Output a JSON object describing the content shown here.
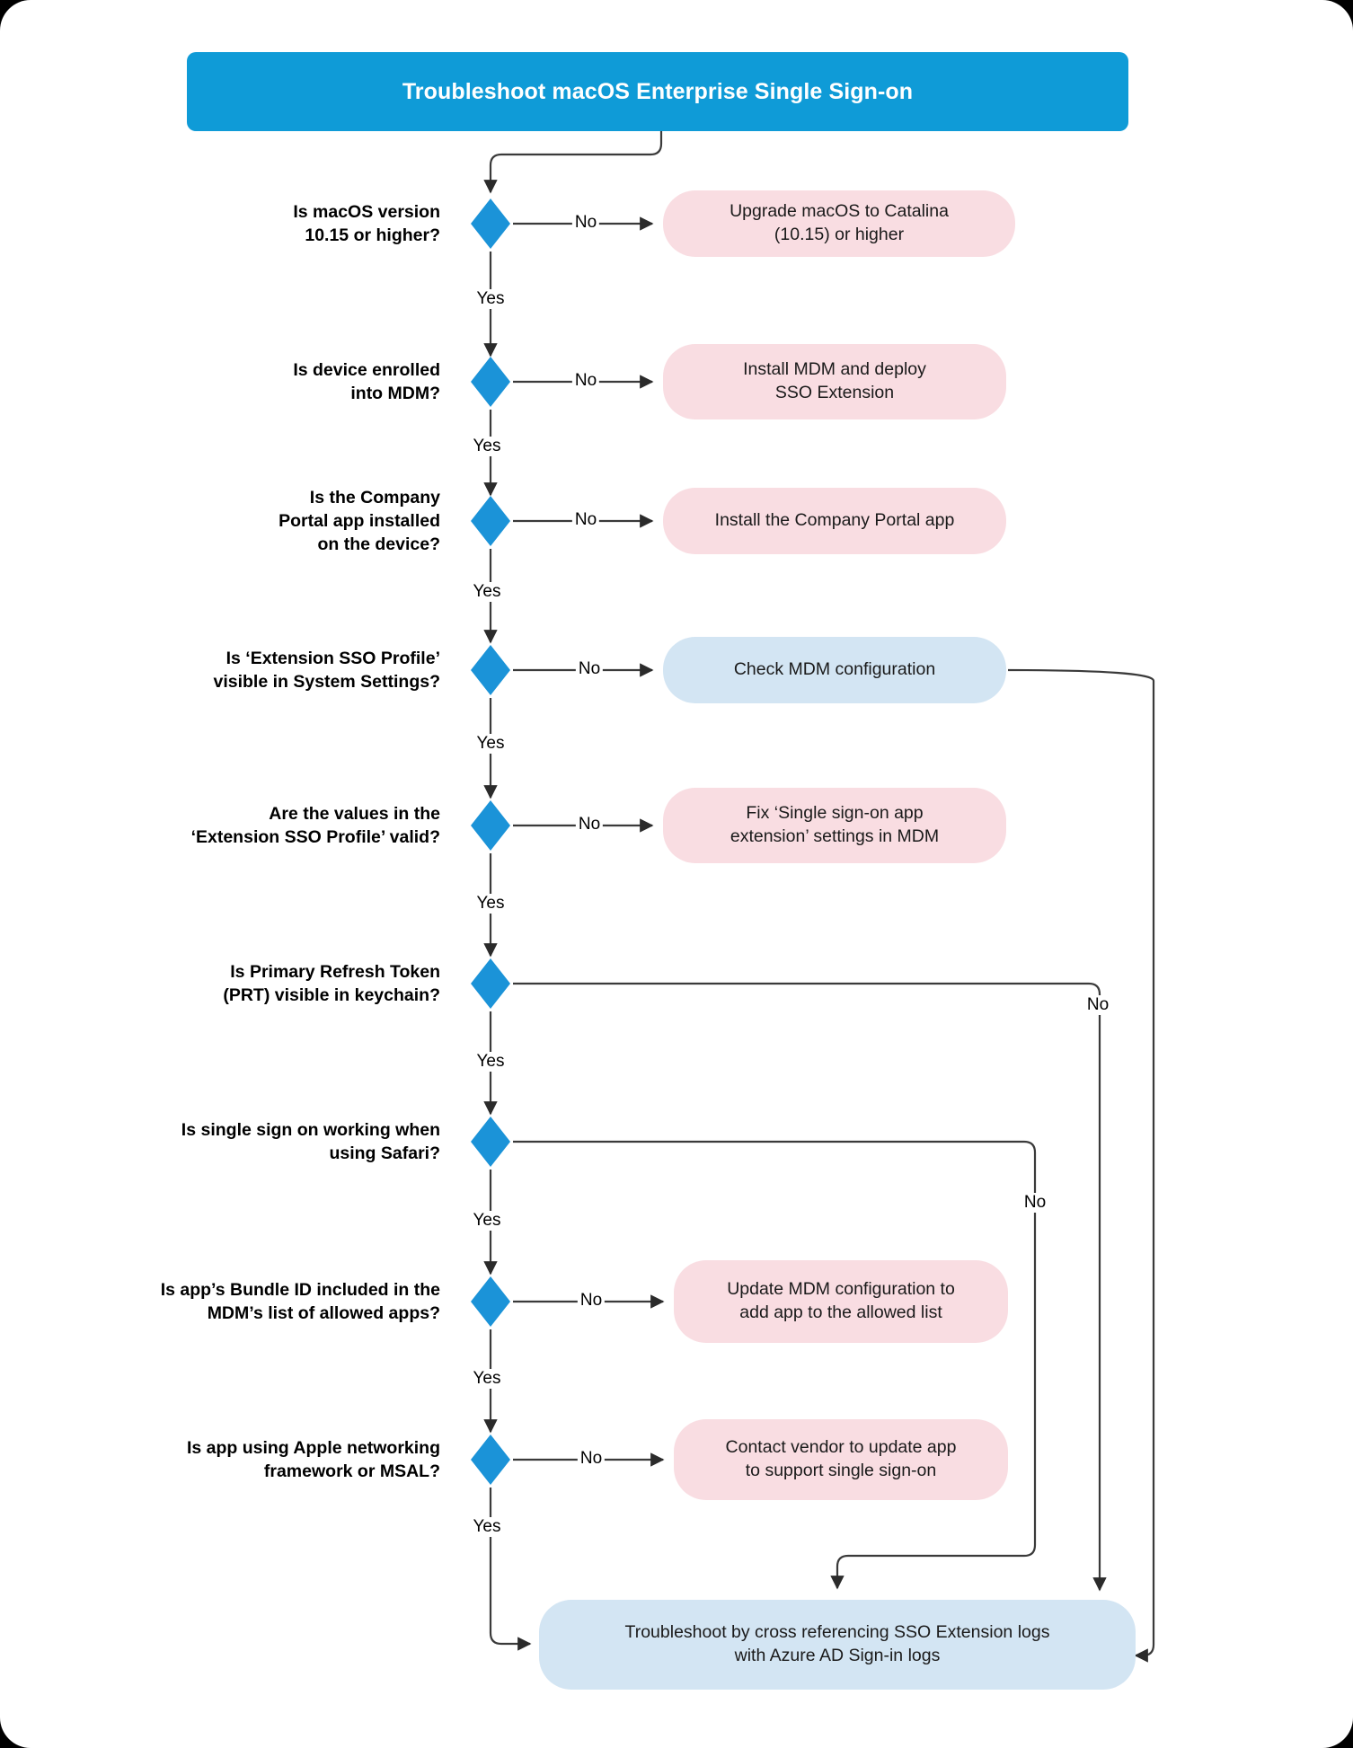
{
  "diagram": {
    "type": "flowchart",
    "title": "Troubleshoot macOS Enterprise Single Sign-on",
    "colors": {
      "title_banner": "#0f9bd7",
      "decision": "#1b93d8",
      "action_pink": "#f9dde2",
      "action_blue": "#d3e5f3",
      "connector": "#3a3a3a",
      "page_background": "#ffffff"
    },
    "edge_labels": {
      "yes": "Yes",
      "no": "No"
    },
    "decisions": [
      {
        "id": "d1",
        "label": "Is macOS version\n10.15 or higher?",
        "line1": "Is macOS version",
        "line2": "10.15 or higher?"
      },
      {
        "id": "d2",
        "label": "Is device enrolled\ninto MDM?",
        "line1": "Is device enrolled",
        "line2": "into MDM?"
      },
      {
        "id": "d3",
        "label": "Is the Company\nPortal app installed\non the device?",
        "line1": "Is the Company",
        "line2": "Portal app installed",
        "line3": "on the device?"
      },
      {
        "id": "d4",
        "label": "Is ‘Extension SSO Profile’\nvisible in System Settings?",
        "line1": "Is ‘Extension SSO Profile’",
        "line2": "visible in System Settings?"
      },
      {
        "id": "d5",
        "label": "Are the values in the\n‘Extension SSO Profile’ valid?",
        "line1": "Are the values in the",
        "line2": "‘Extension SSO Profile’ valid?"
      },
      {
        "id": "d6",
        "label": "Is Primary Refresh Token\n(PRT) visible in keychain?",
        "line1": "Is Primary Refresh Token",
        "line2": "(PRT) visible in keychain?"
      },
      {
        "id": "d7",
        "label": "Is single sign on working when\nusing Safari?",
        "line1": "Is single sign on working when",
        "line2": "using Safari?"
      },
      {
        "id": "d8",
        "label": "Is app’s Bundle ID included in the\nMDM’s list of allowed apps?",
        "line1": "Is app’s Bundle ID included in the",
        "line2": "MDM’s list of allowed apps?"
      },
      {
        "id": "d9",
        "label": "Is app using Apple networking\nframework or MSAL?",
        "line1": "Is app using Apple networking",
        "line2": "framework or MSAL?"
      }
    ],
    "actions": [
      {
        "id": "a1",
        "style": "pink",
        "line1": "Upgrade macOS to Catalina",
        "line2": "(10.15) or higher"
      },
      {
        "id": "a2",
        "style": "pink",
        "line1": "Install MDM and deploy",
        "line2": "SSO Extension"
      },
      {
        "id": "a3",
        "style": "pink",
        "line1": "Install the Company Portal app",
        "line2": ""
      },
      {
        "id": "a4",
        "style": "blue",
        "line1": "Check MDM configuration",
        "line2": ""
      },
      {
        "id": "a5",
        "style": "pink",
        "line1": "Fix ‘Single sign-on app",
        "line2": "extension’ settings in MDM"
      },
      {
        "id": "a6",
        "style": "pink",
        "line1": "Update MDM configuration to",
        "line2": "add app to the allowed list"
      },
      {
        "id": "a7",
        "style": "pink",
        "line1": "Contact vendor to update app",
        "line2": "to support single sign-on"
      },
      {
        "id": "a8",
        "style": "blue",
        "line1": "Troubleshoot by cross referencing SSO Extension logs",
        "line2": "with Azure AD Sign-in logs"
      }
    ],
    "edges": [
      {
        "from": "title",
        "to": "d1",
        "label": ""
      },
      {
        "from": "d1",
        "to": "a1",
        "label": "No"
      },
      {
        "from": "d1",
        "to": "d2",
        "label": "Yes"
      },
      {
        "from": "d2",
        "to": "a2",
        "label": "No"
      },
      {
        "from": "d2",
        "to": "d3",
        "label": "Yes"
      },
      {
        "from": "d3",
        "to": "a3",
        "label": "No"
      },
      {
        "from": "d3",
        "to": "d4",
        "label": "Yes"
      },
      {
        "from": "d4",
        "to": "a4",
        "label": "No"
      },
      {
        "from": "d4",
        "to": "d5",
        "label": "Yes"
      },
      {
        "from": "d5",
        "to": "a5",
        "label": "No"
      },
      {
        "from": "d5",
        "to": "d6",
        "label": "Yes"
      },
      {
        "from": "d6",
        "to": "a8",
        "label": "No"
      },
      {
        "from": "d6",
        "to": "d7",
        "label": "Yes"
      },
      {
        "from": "d7",
        "to": "a8",
        "label": "No"
      },
      {
        "from": "d7",
        "to": "d8",
        "label": "Yes"
      },
      {
        "from": "d8",
        "to": "a6",
        "label": "No"
      },
      {
        "from": "d8",
        "to": "d9",
        "label": "Yes"
      },
      {
        "from": "d9",
        "to": "a7",
        "label": "No"
      },
      {
        "from": "d9",
        "to": "a8",
        "label": "Yes"
      },
      {
        "from": "a4",
        "to": "a8",
        "label": ""
      }
    ]
  }
}
